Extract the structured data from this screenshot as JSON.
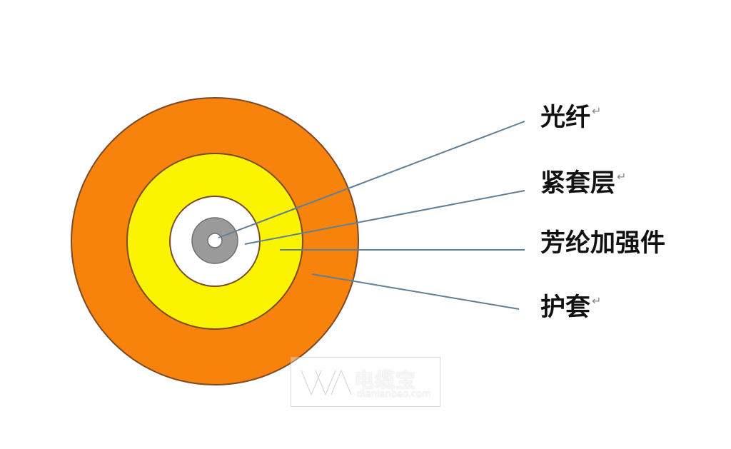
{
  "diagram": {
    "labels": [
      {
        "id": "fiber",
        "text": "光纤",
        "mark": "↵"
      },
      {
        "id": "tight-buffer",
        "text": "紧套层",
        "mark": "↵"
      },
      {
        "id": "aramid",
        "text": "芳纶加强件",
        "mark": ""
      },
      {
        "id": "jacket",
        "text": "护套",
        "mark": "↵"
      }
    ],
    "colors": {
      "jacket": "#f7820c",
      "aramid": "#fbf400",
      "tight_buffer": "#ffffff",
      "fiber_ring": "#9a9a9a",
      "fiber_core": "#ffffff",
      "outline": "#7a4a2a",
      "leader": "#5f7f98"
    }
  },
  "watermark": {
    "brand_cn": "电缆宝",
    "url": "dianlanbao.com"
  }
}
